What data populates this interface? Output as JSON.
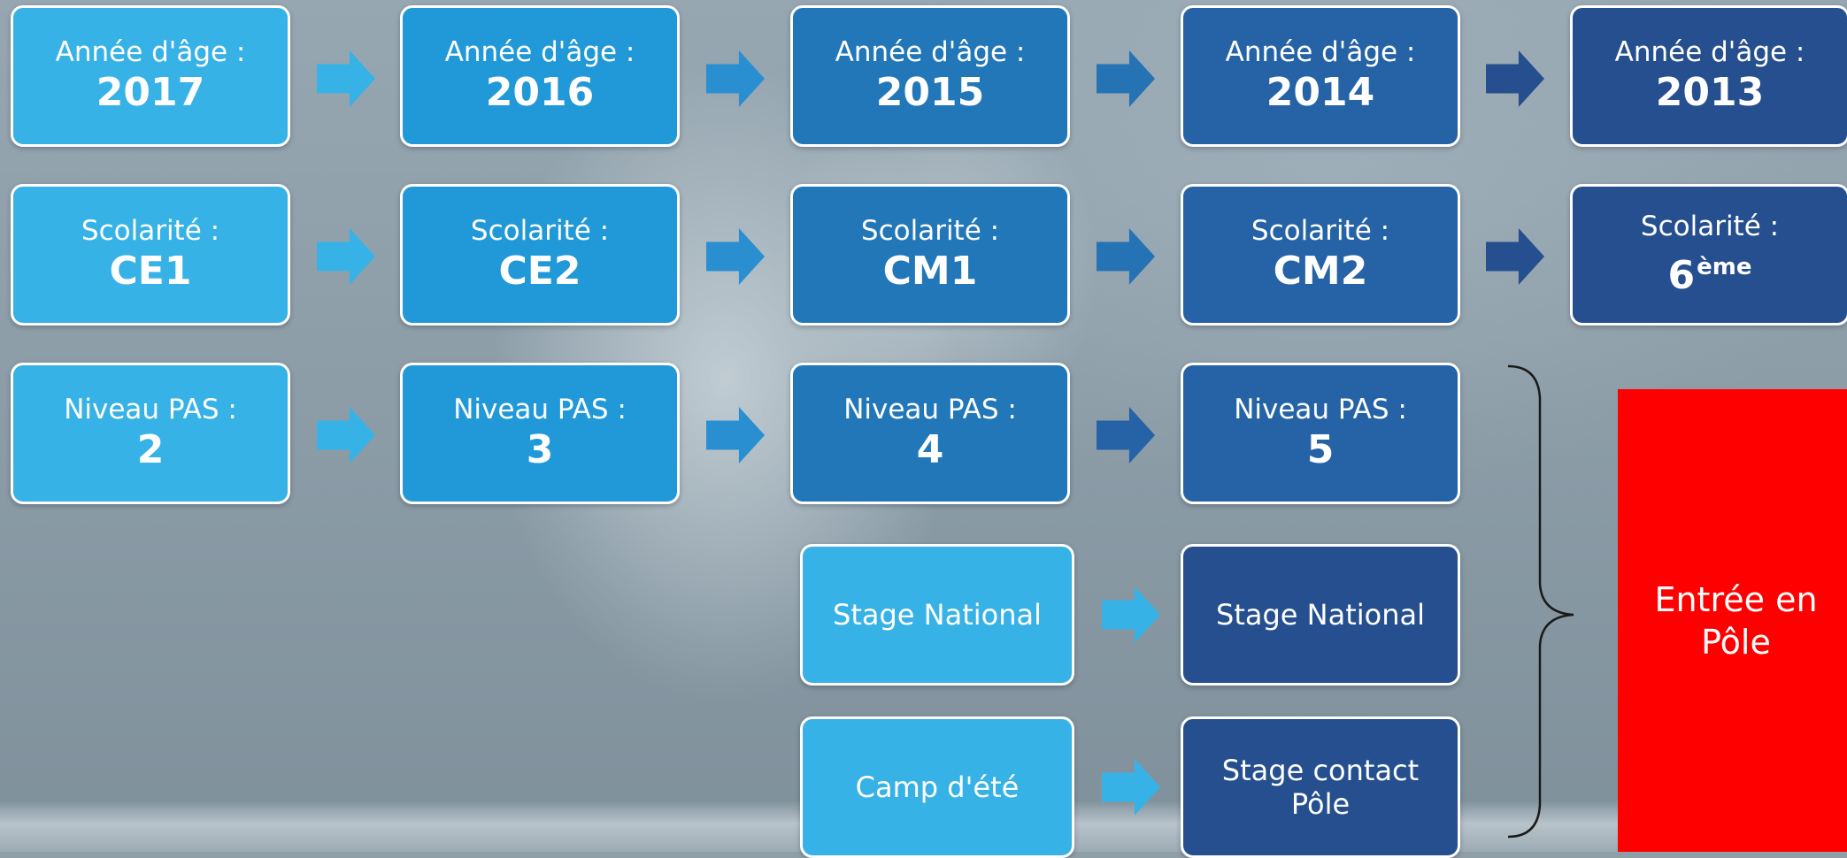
{
  "rows": {
    "age": {
      "label": "Année d'âge :",
      "values": [
        "2017",
        "2016",
        "2015",
        "2014",
        "2013"
      ]
    },
    "school": {
      "label": "Scolarité :",
      "values": [
        "CE1",
        "CE2",
        "CM1",
        "CM2",
        "6"
      ],
      "last_suffix": "ème"
    },
    "pas": {
      "label": "Niveau PAS :",
      "values": [
        "2",
        "3",
        "4",
        "5"
      ]
    }
  },
  "stage": {
    "from": "Stage National",
    "to": "Stage National"
  },
  "camp": {
    "from": "Camp d'été",
    "to_line1": "Stage contact",
    "to_line2": "Pôle"
  },
  "result": {
    "line1": "Entrée en",
    "line2": "Pôle"
  },
  "colors": {
    "step1": "#37b2e6",
    "step2": "#2199d8",
    "step3": "#2277b9",
    "step4": "#2563a6",
    "step5": "#254f8e",
    "result": "#ff0000"
  }
}
